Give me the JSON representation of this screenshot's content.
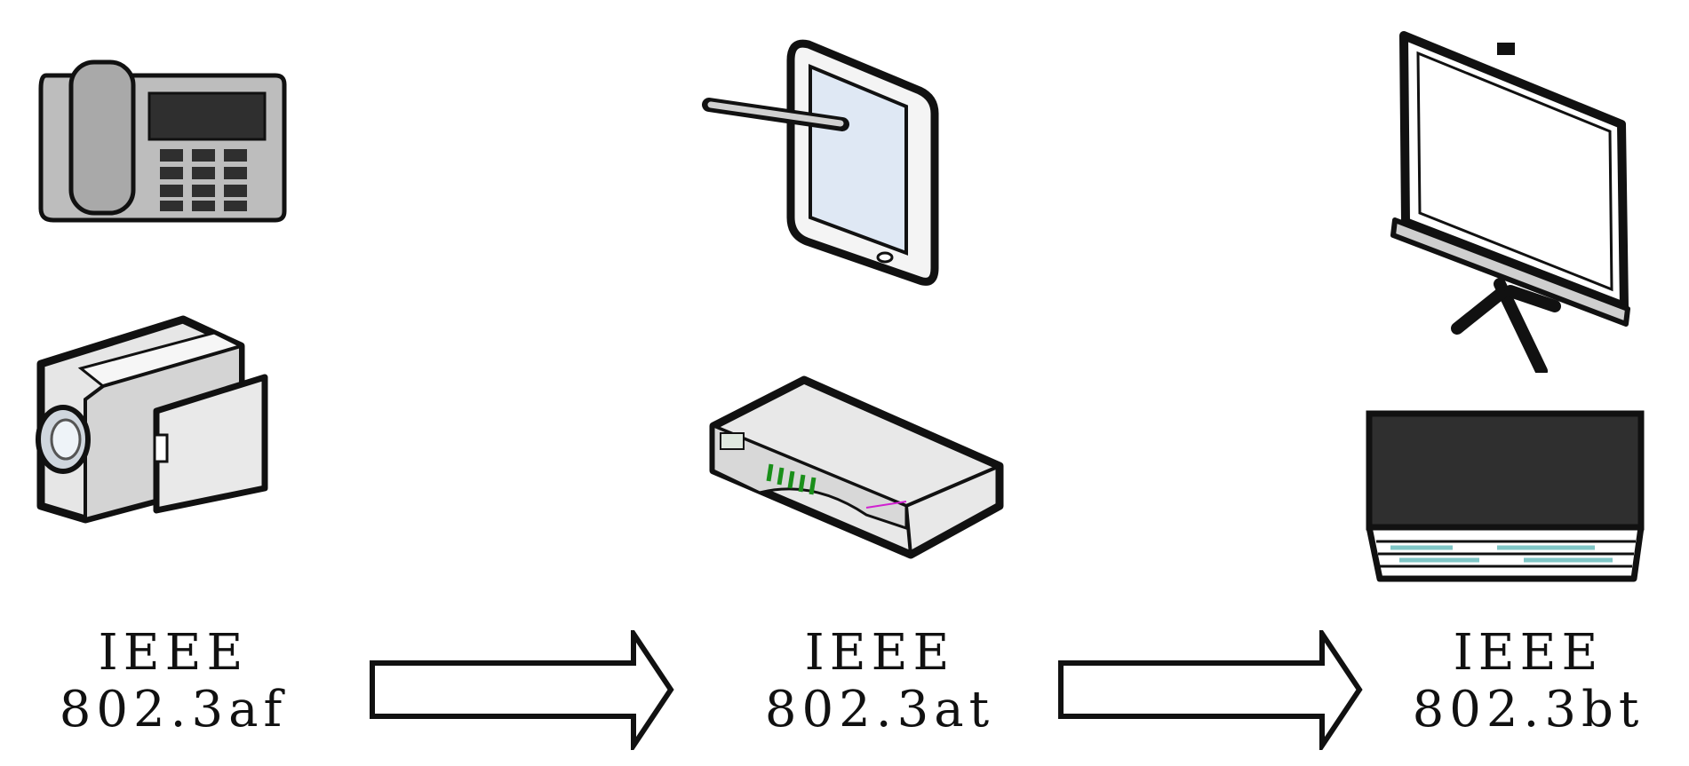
{
  "stages": [
    {
      "line1": "IEEE",
      "line2": "802.3af",
      "devices": [
        "desk-phone-icon",
        "video-camera-icon"
      ]
    },
    {
      "line1": "IEEE",
      "line2": "802.3at",
      "devices": [
        "tablet-icon",
        "network-switch-icon"
      ]
    },
    {
      "line1": "IEEE",
      "line2": "802.3bt",
      "devices": [
        "projector-screen-icon",
        "display-panel-icon"
      ]
    }
  ],
  "arrows": [
    "right-arrow",
    "right-arrow"
  ]
}
